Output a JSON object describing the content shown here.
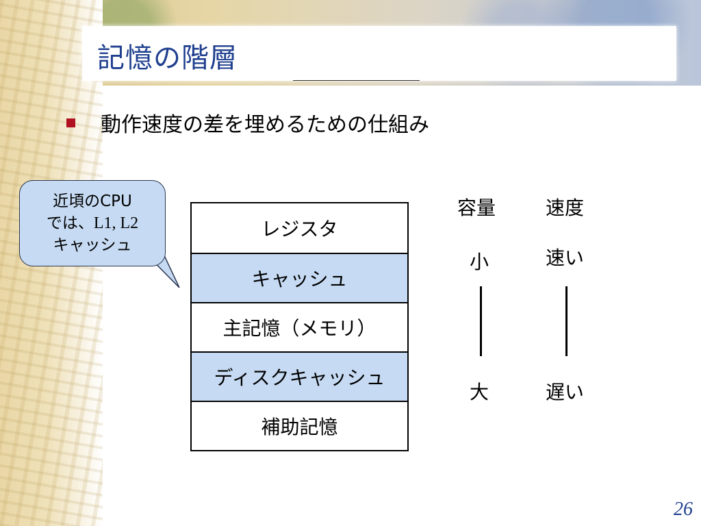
{
  "slide": {
    "title": "記憶の階層",
    "bullet": "動作速度の差を埋めるための仕組み",
    "page_number": "26"
  },
  "callout": {
    "line1": "近頃のCPU",
    "line2_prefix": "では、",
    "line2_serif": "L1, L2",
    "line3": "キャッシュ"
  },
  "hierarchy": {
    "layers": [
      {
        "label": "レジスタ",
        "highlight": false
      },
      {
        "label": "キャッシュ",
        "highlight": true
      },
      {
        "label": "主記憶（メモリ）",
        "highlight": false
      },
      {
        "label": "ディスクキャッシュ",
        "highlight": true
      },
      {
        "label": "補助記憶",
        "highlight": false
      }
    ]
  },
  "capacity": {
    "header": "容量",
    "top": "小",
    "bottom": "大"
  },
  "speed": {
    "header": "速度",
    "top": "速い",
    "bottom": "遅い"
  },
  "colors": {
    "title": "#1f3f8f",
    "bullet": "#b01020",
    "highlight_fill": "#c6dbf3"
  }
}
